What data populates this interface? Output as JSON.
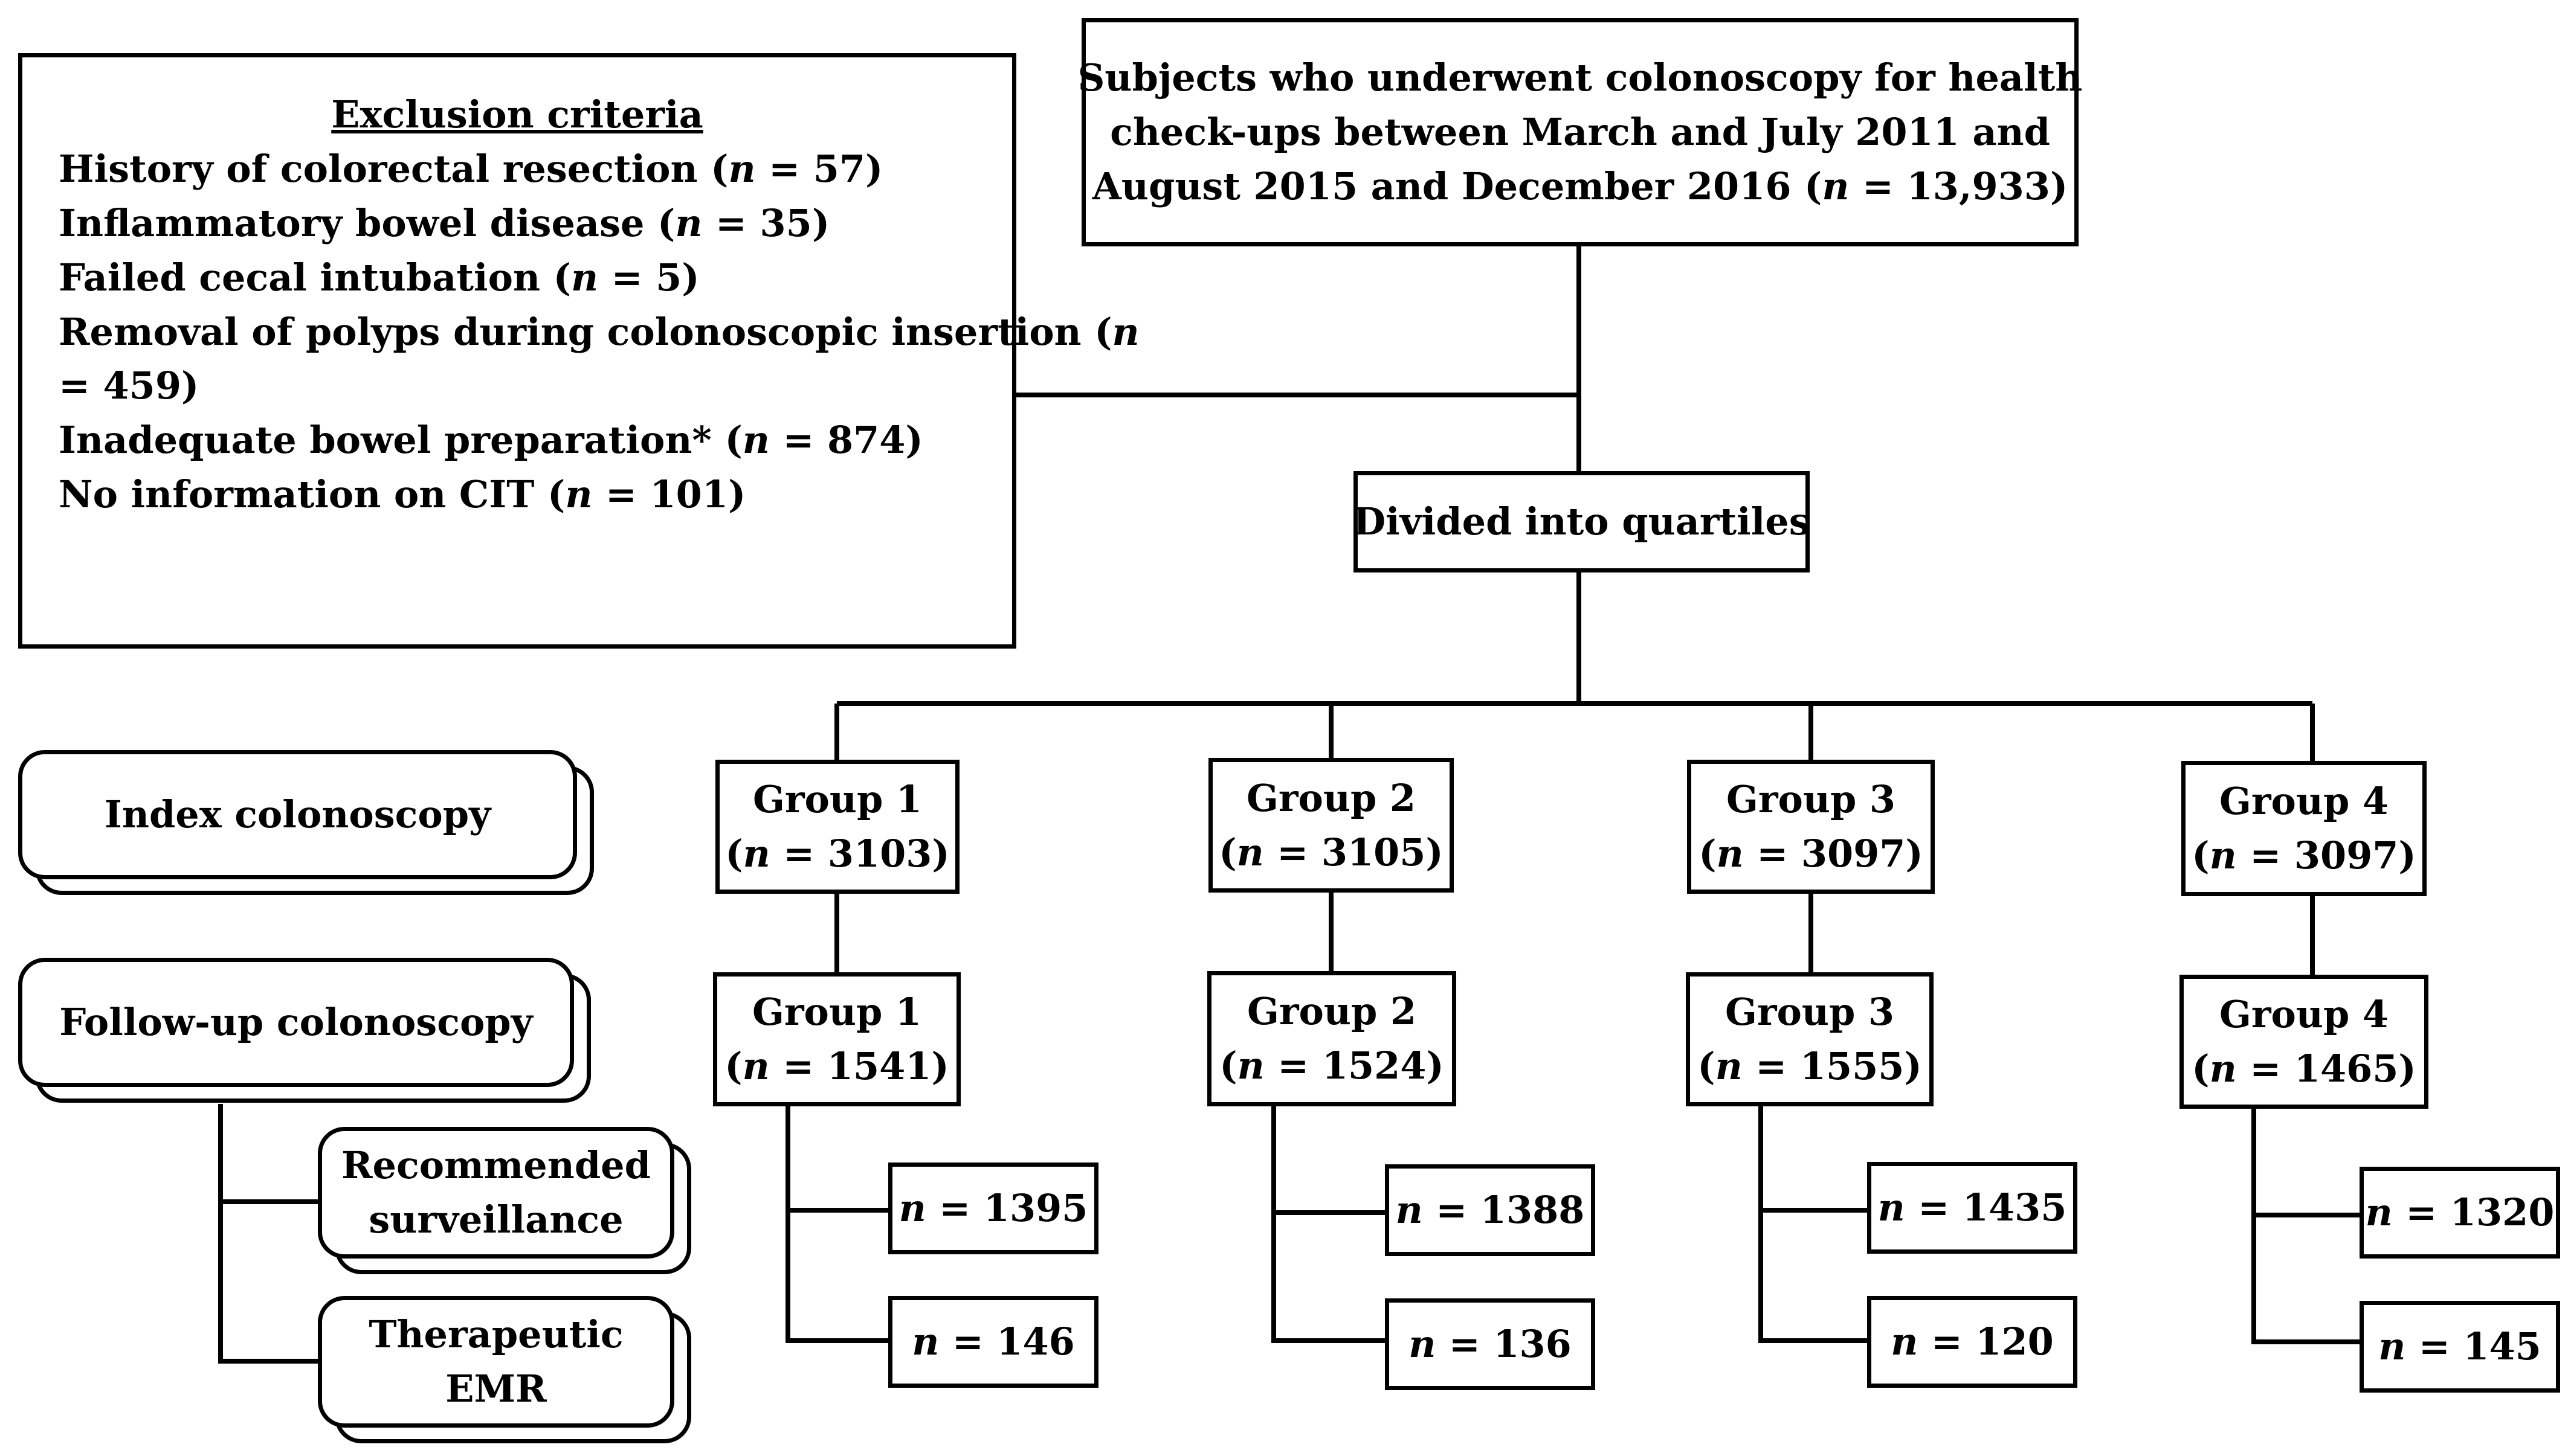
{
  "start_box": {
    "line1": "Subjects who underwent colonoscopy for health",
    "line2": "check-ups between March and July 2011 and",
    "line3_pre": "August 2015 and December 2016 (",
    "n_symbol": "n",
    "line3_post": " = 13,933)"
  },
  "exclusion": {
    "title": "Exclusion criteria",
    "items": [
      {
        "pre": "History of colorectal resection (",
        "post": " = 57)"
      },
      {
        "pre": "Inflammatory bowel disease (",
        "post": " = 35)"
      },
      {
        "pre": "Failed cecal intubation (",
        "post": " = 5)"
      },
      {
        "pre": "Removal of polyps during colonoscopic insertion (",
        "post": ""
      },
      {
        "pre": "",
        "post": "= 459)"
      },
      {
        "pre": "Inadequate bowel preparation* (",
        "post": " = 874)"
      },
      {
        "pre": "No information on CIT (",
        "post": " = 101)"
      }
    ]
  },
  "quartiles_label": "Divided into quartiles",
  "groups_index": [
    {
      "label": "Group 1",
      "n": " = 3103)"
    },
    {
      "label": "Group 2",
      "n": " = 3105)"
    },
    {
      "label": "Group 3",
      "n": " = 3097)"
    },
    {
      "label": "Group 4",
      "n": " = 3097)"
    }
  ],
  "groups_followup": [
    {
      "label": "Group 1",
      "n": " = 1541)",
      "surveillance": " = 1395",
      "emr": " = 146"
    },
    {
      "label": "Group 2",
      "n": " = 1524)",
      "surveillance": " = 1388",
      "emr": " = 136"
    },
    {
      "label": "Group 3",
      "n": " = 1555)",
      "surveillance": " = 1435",
      "emr": " = 120"
    },
    {
      "label": "Group 4",
      "n": " = 1465)",
      "surveillance": " = 1320",
      "emr": " = 145"
    }
  ],
  "legend": {
    "index": "Index colonoscopy",
    "followup": "Follow-up colonoscopy",
    "surveillance_line1": "Recommended",
    "surveillance_line2": "surveillance",
    "emr_line1": "Therapeutic",
    "emr_line2": "EMR"
  }
}
